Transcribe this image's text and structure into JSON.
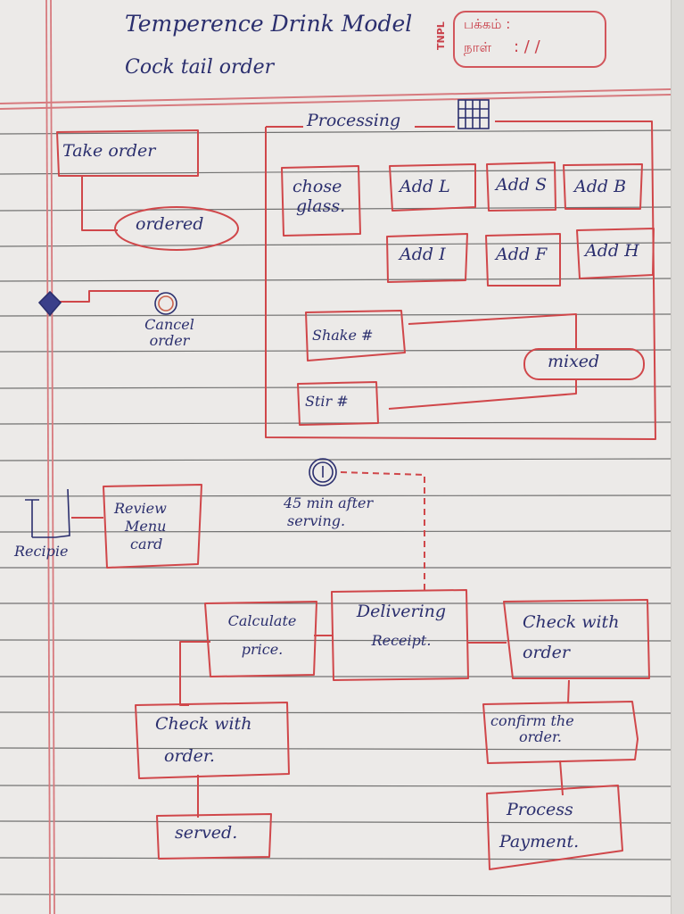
{
  "header": {
    "title_line1": "Temperence Drink Model",
    "title_line2": "Cock tail order",
    "stamp": {
      "brand": "TNPL",
      "page_label": "பக்கம் :",
      "date_label": "நாள்",
      "date_value": ":   /  /"
    }
  },
  "left_lane": {
    "take_order": "Take order",
    "ordered": "ordered",
    "cancel_order_line1": "Cancel",
    "cancel_order_line2": "order"
  },
  "processing": {
    "label": "Processing",
    "chose_glass_line1": "chose",
    "chose_glass_line2": "glass.",
    "add_boxes": [
      "Add L",
      "Add S",
      "Add B",
      "Add I",
      "Add F",
      "Add H"
    ],
    "shake": "Shake #",
    "stir": "Stir #",
    "mixed": "mixed"
  },
  "middle": {
    "recipe": "Recipie",
    "review_menu_line1": "Review",
    "review_menu_line2": "Menu",
    "review_menu_line3": "card",
    "timer_note_line1": "45 min after",
    "timer_note_line2": "serving."
  },
  "bottom": {
    "calculate_price_line1": "Calculate",
    "calculate_price_line2": "price.",
    "delivering_receipt_line1": "Delivering",
    "delivering_receipt_line2": "Receipt.",
    "check_with_order_right_line1": "Check with",
    "check_with_order_right_line2": "order",
    "check_with_order_left_line1": "Check with",
    "check_with_order_left_line2": "order.",
    "confirm_order_line1": "confirm the",
    "confirm_order_line2": "order.",
    "served": "served.",
    "process_payment_line1": "Process",
    "process_payment_line2": "Payment."
  },
  "colors": {
    "ink": "#2b2f6e",
    "red_pen": "#d0474a",
    "rule_line": "#3a3a3a",
    "margin": "#d77a7e"
  }
}
